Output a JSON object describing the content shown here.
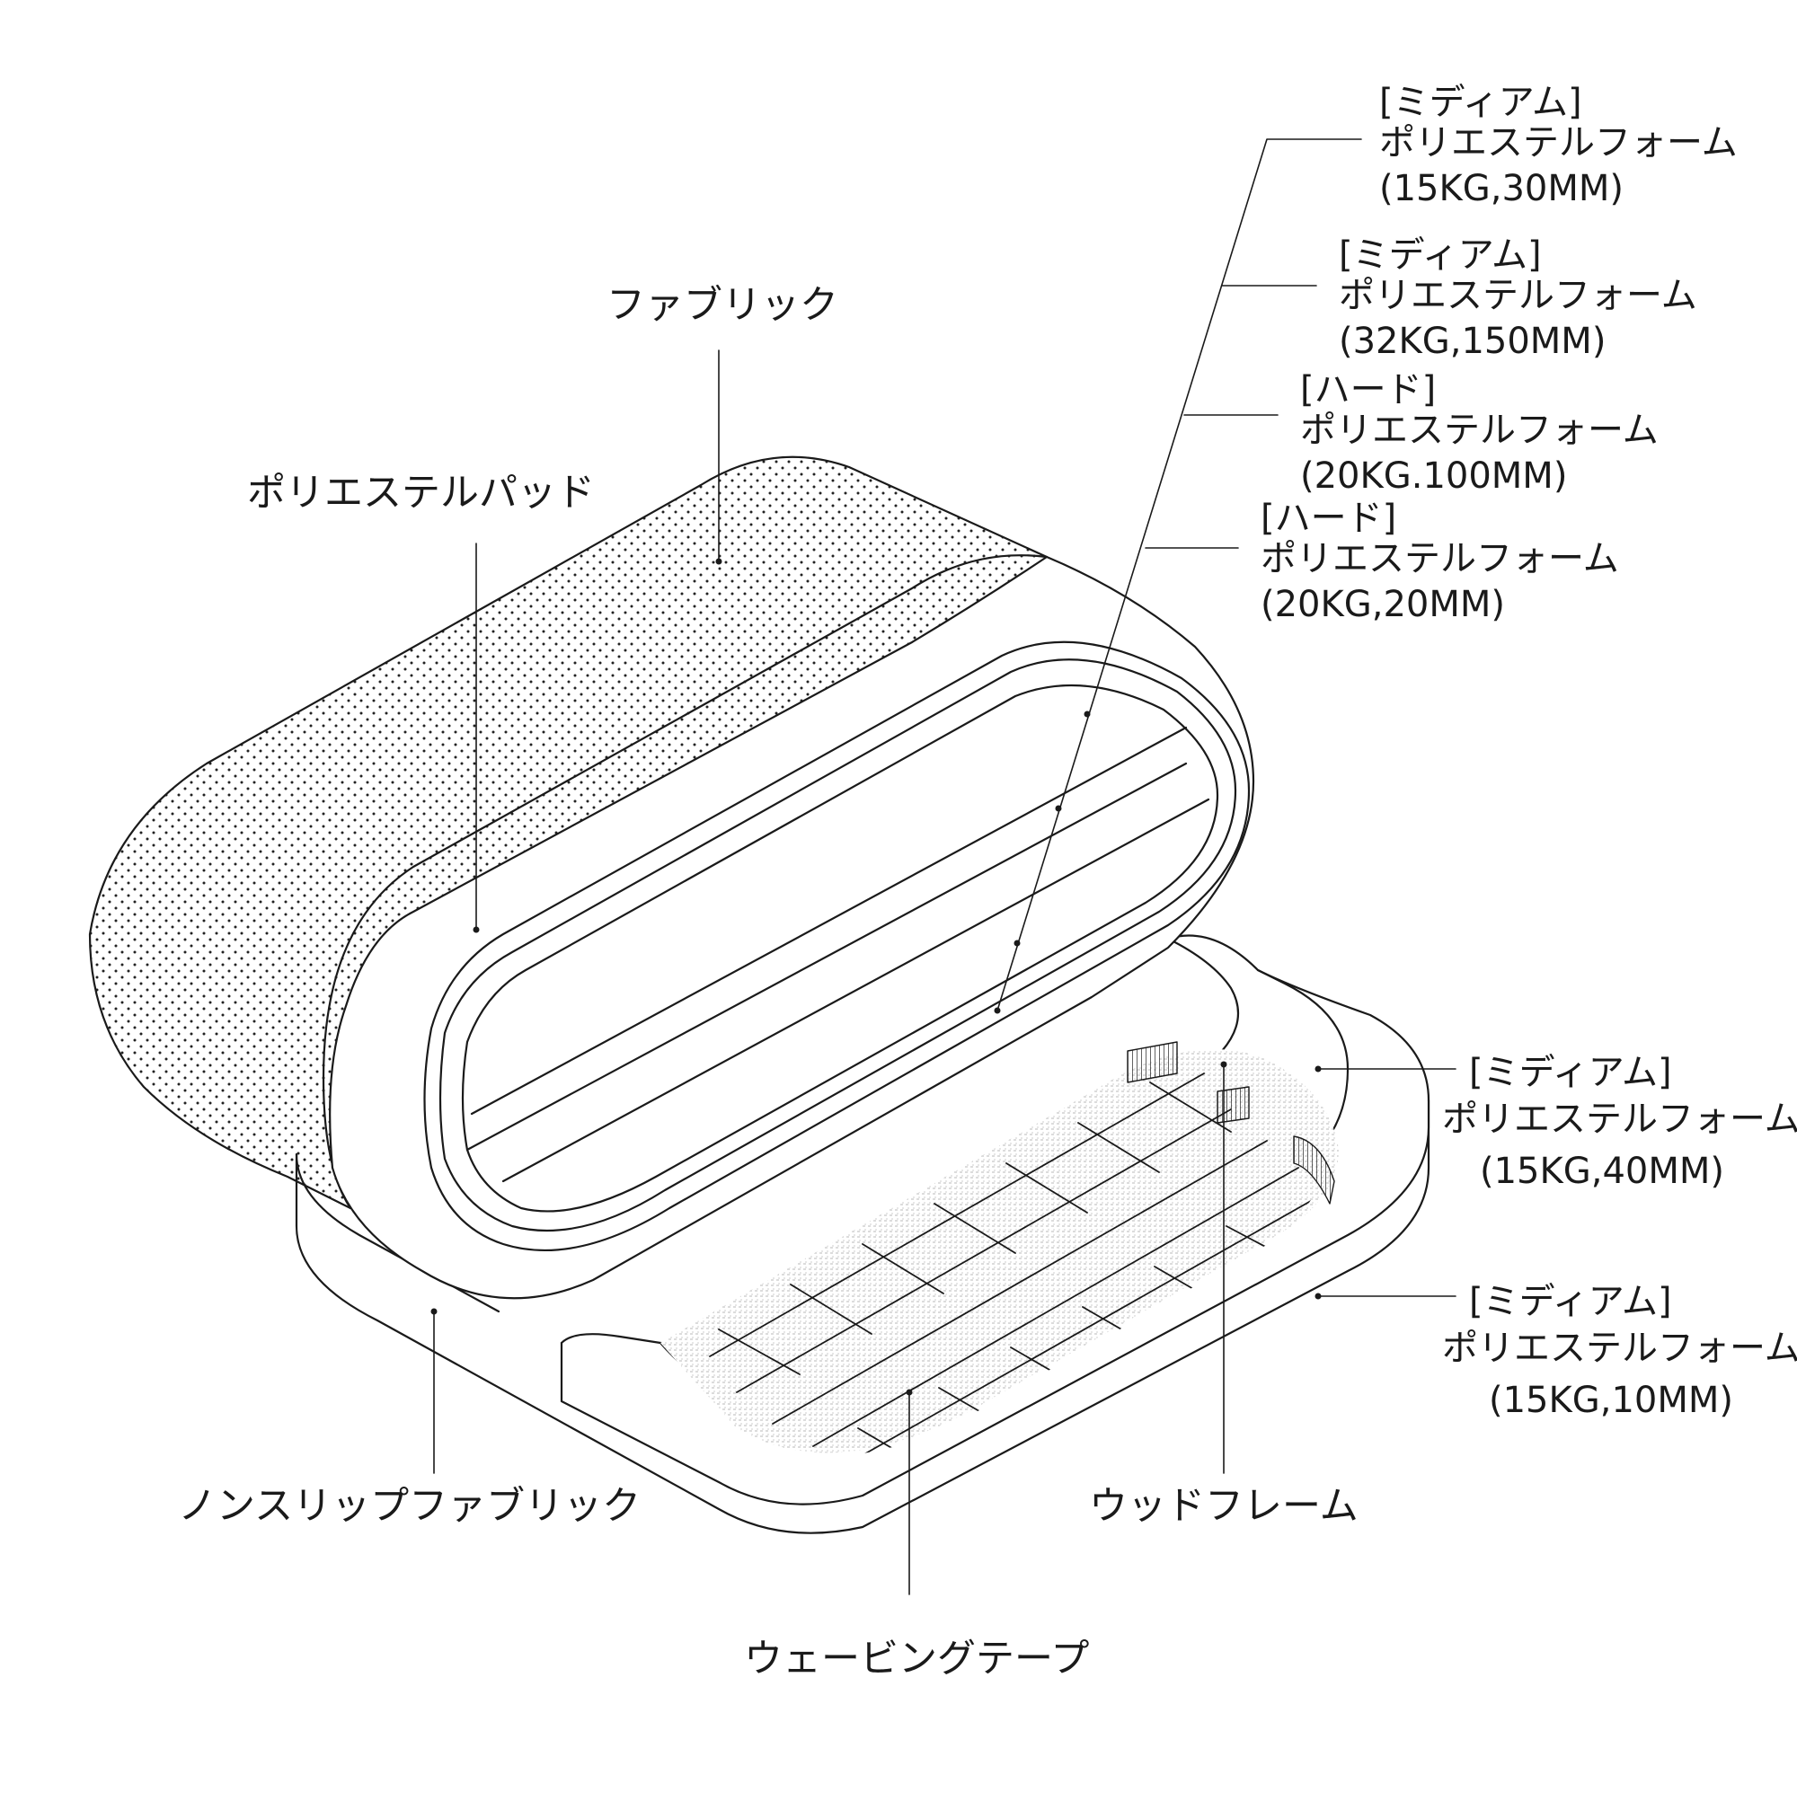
{
  "diagram": {
    "labels": {
      "fabric": "ファブリック",
      "polyester_pad": "ポリエステルパッド",
      "nonslip_fabric": "ノンスリップファブリック",
      "webbing_tape": "ウェービングテープ",
      "wood_frame": "ウッドフレーム"
    },
    "foam_specs": [
      {
        "grade": "[ミディアム]",
        "material": "ポリエステルフォーム",
        "size": "(15KG,30MM)"
      },
      {
        "grade": "[ミディアム]",
        "material": "ポリエステルフォーム",
        "size": "(32KG,150MM)"
      },
      {
        "grade": "[ハード]",
        "material": "ポリエステルフォーム",
        "size": "(20KG.100MM)"
      },
      {
        "grade": "[ハード]",
        "material": "ポリエステルフォーム",
        "size": "(20KG,20MM)"
      },
      {
        "grade": "[ミディアム]",
        "material": "ポリエステルフォーム",
        "size": "(15KG,40MM)"
      },
      {
        "grade": "[ミディアム]",
        "material": "ポリエステルフォーム",
        "size": "(15KG,10MM)"
      }
    ]
  }
}
